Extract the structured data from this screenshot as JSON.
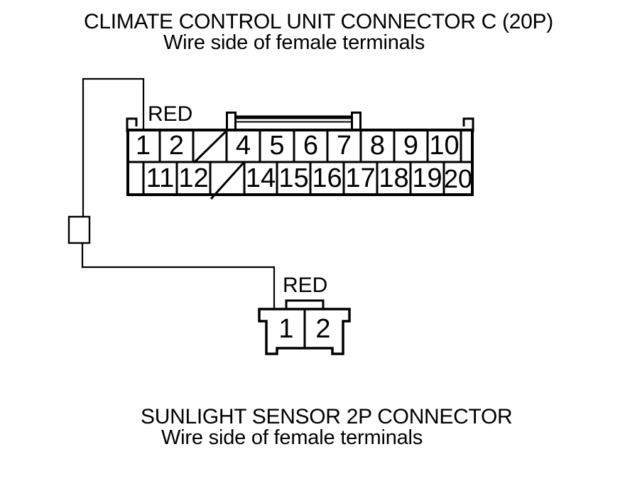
{
  "colors": {
    "background": "#ffffff",
    "line": "#000000",
    "text": "#000000"
  },
  "header": {
    "title": "CLIMATE CONTROL UNIT CONNECTOR C (20P)",
    "subtitle": "Wire side of female terminals"
  },
  "connector_20p": {
    "wire_label": "RED",
    "rows": [
      {
        "cells": [
          "1",
          "2",
          "",
          "4",
          "5",
          "6",
          "7",
          "8",
          "9",
          "10"
        ]
      },
      {
        "cells": [
          "11",
          "12",
          "",
          "14",
          "15",
          "16",
          "17",
          "18",
          "19",
          "20"
        ]
      }
    ]
  },
  "connector_2p": {
    "wire_label": "RED",
    "pins": [
      "1",
      "2"
    ]
  },
  "footer": {
    "title": "SUNLIGHT SENSOR 2P CONNECTOR",
    "subtitle": "Wire side of female terminals"
  },
  "icons": {
    "skipped_pin_mark": "diagonal-slash"
  }
}
